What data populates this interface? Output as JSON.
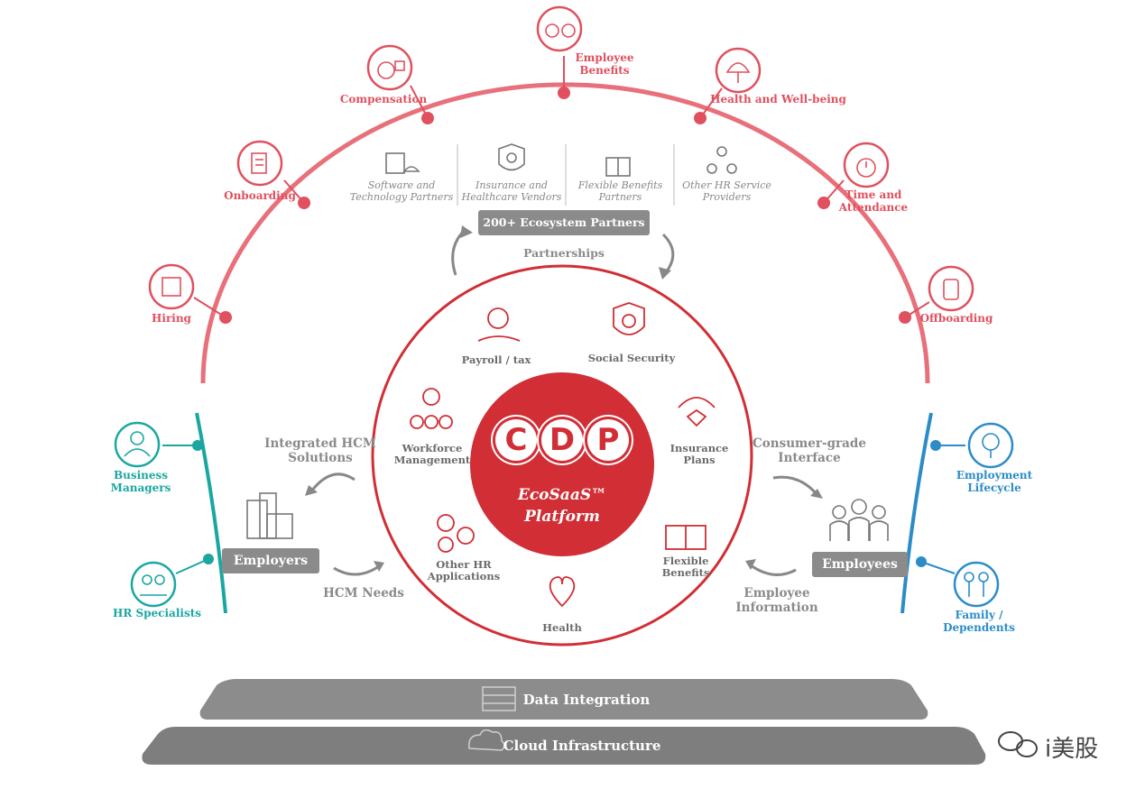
{
  "lifecycle": {
    "hiring": "Hiring",
    "onboarding": "Onboarding",
    "compensation": "Compensation",
    "employee_benefits": "Employee\nBenefits",
    "health_wellbeing": "Health and Well-being",
    "time_attendance": "Time and\nAttendance",
    "offboarding": "Offboarding"
  },
  "partners": {
    "software": "Software and\nTechnology Partners",
    "insurance": "Insurance and\nHealthcare Vendors",
    "flexible": "Flexible Benefits\nPartners",
    "other": "Other HR Service\nProviders",
    "chip": "200+ Ecosystem Partners",
    "partnerships": "Partnerships"
  },
  "platform": {
    "logo": [
      "C",
      "D",
      "P"
    ],
    "name_line1": "EcoSaaS™",
    "name_line2": "Platform",
    "modules": {
      "payroll": "Payroll / tax",
      "social": "Social Security",
      "insurance": "Insurance\nPlans",
      "flexible": "Flexible\nBenefits",
      "health": "Health",
      "other_hr": "Other HR\nApplications",
      "workforce": "Workforce\nManagement"
    }
  },
  "left": {
    "integrated": "Integrated HCM\nSolutions",
    "employers": "Employers",
    "hcm_needs": "HCM Needs",
    "business_managers": "Business\nManagers",
    "hr_specialists": "HR Specialists"
  },
  "right": {
    "consumer": "Consumer-grade\nInterface",
    "employees": "Employees",
    "employee_info": "Employee\nInformation",
    "employment_lifecycle": "Employment\nLifecycle",
    "family": "Family /\nDependents"
  },
  "bands": {
    "data_integration": "Data Integration",
    "cloud": "Cloud Infrastructure"
  },
  "watermark": "i美股",
  "colors": {
    "red": "#e0505e",
    "crimson": "#d12e35",
    "teal": "#1aa7a1",
    "blue": "#2b8cc8",
    "gray": "#8b8b8b"
  }
}
